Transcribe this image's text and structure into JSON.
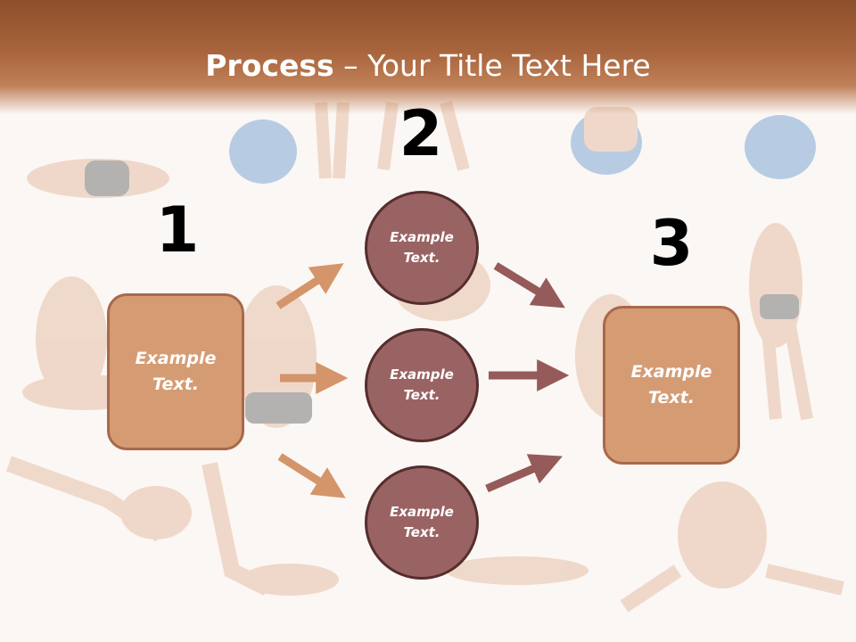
{
  "title": {
    "bold": "Process",
    "rest": " – Your Title Text Here"
  },
  "steps": {
    "one": "1",
    "two": "2",
    "three": "3"
  },
  "left_box": {
    "line1": "Example",
    "line2": "Text."
  },
  "right_box": {
    "line1": "Example",
    "line2": "Text."
  },
  "circles": [
    {
      "line1": "Example",
      "line2": "Text."
    },
    {
      "line1": "Example",
      "line2": "Text."
    },
    {
      "line1": "Example",
      "line2": "Text."
    }
  ],
  "colors": {
    "header": "#a8643c",
    "box_fill": "#d59c74",
    "box_border": "#a9684a",
    "circle_fill": "#9a6363",
    "circle_border": "#552d2d",
    "arrow_left": "#d4956a",
    "arrow_right": "#955a5a"
  }
}
